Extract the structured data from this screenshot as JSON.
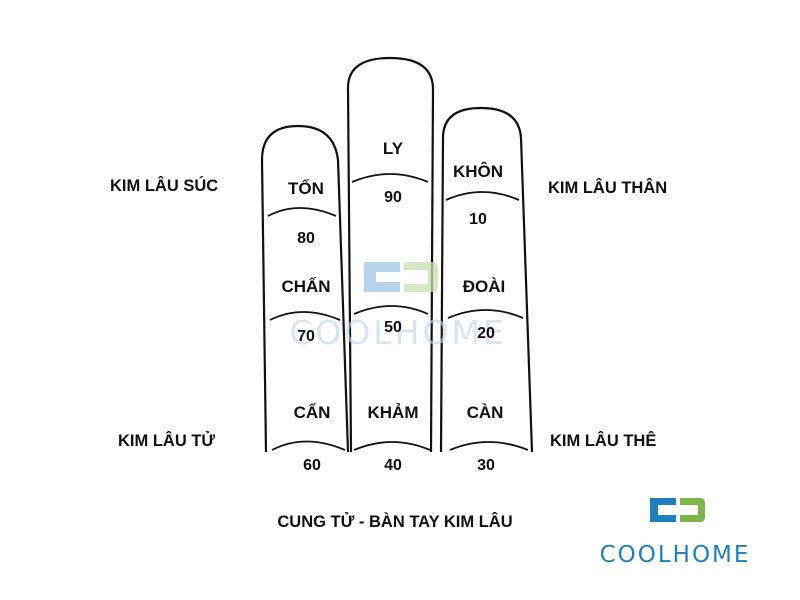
{
  "fingers": {
    "left": {
      "palaces": [
        {
          "name": "TỐN",
          "value": "80"
        },
        {
          "name": "CHẤN",
          "value": "70"
        },
        {
          "name": "CẤN",
          "value": "60"
        }
      ]
    },
    "middle": {
      "palaces": [
        {
          "name": "LY",
          "value": "90"
        },
        {
          "name": "",
          "value": "50"
        },
        {
          "name": "KHẢM",
          "value": "40"
        }
      ]
    },
    "right": {
      "palaces": [
        {
          "name": "KHÔN",
          "value": "10"
        },
        {
          "name": "ĐOÀI",
          "value": "20"
        },
        {
          "name": "CÀN",
          "value": "30"
        }
      ]
    }
  },
  "side_labels": {
    "top_left": "KIM LÂU SÚC",
    "top_right": "KIM LÂU THÂN",
    "bottom_left": "KIM LÂU TỬ",
    "bottom_right": "KIM LÂU THÊ"
  },
  "caption": "CUNG TỬ - BÀN TAY KIM LÂU",
  "watermark": {
    "text": "COOLHOME"
  },
  "logo": {
    "text": "COOLHOME",
    "colors": {
      "blue": "#1f7fc0",
      "green": "#7ab648"
    }
  }
}
